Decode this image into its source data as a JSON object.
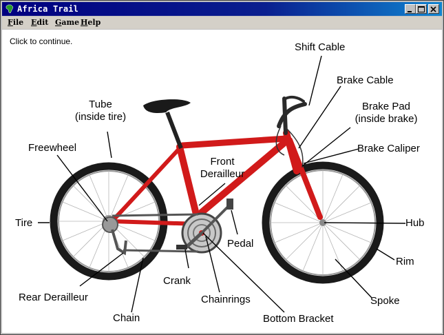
{
  "window": {
    "title": "Africa Trail"
  },
  "menu": [
    {
      "label": "File",
      "key": "F"
    },
    {
      "label": "Edit",
      "key": "E"
    },
    {
      "label": "Game",
      "key": "G"
    },
    {
      "label": "Help",
      "key": "H"
    }
  ],
  "content": {
    "hint": "Click to continue."
  },
  "labels": {
    "shift_cable": "Shift Cable",
    "brake_cable": "Brake Cable",
    "brake_pad_1": "Brake Pad",
    "brake_pad_2": "(inside brake)",
    "brake_caliper": "Brake Caliper",
    "tube_1": "Tube",
    "tube_2": "(inside tire)",
    "freewheel": "Freewheel",
    "front_derailleur_1": "Front",
    "front_derailleur_2": "Derailleur",
    "tire": "Tire",
    "hub": "Hub",
    "pedal": "Pedal",
    "rim": "Rim",
    "crank": "Crank",
    "rear_derailleur": "Rear Derailleur",
    "chainrings": "Chainrings",
    "spoke": "Spoke",
    "chain": "Chain",
    "bottom_bracket": "Bottom Bracket"
  },
  "colors": {
    "frame": "#d11a1a",
    "titlebar": "#000080",
    "tire": "#1a1a1a"
  }
}
